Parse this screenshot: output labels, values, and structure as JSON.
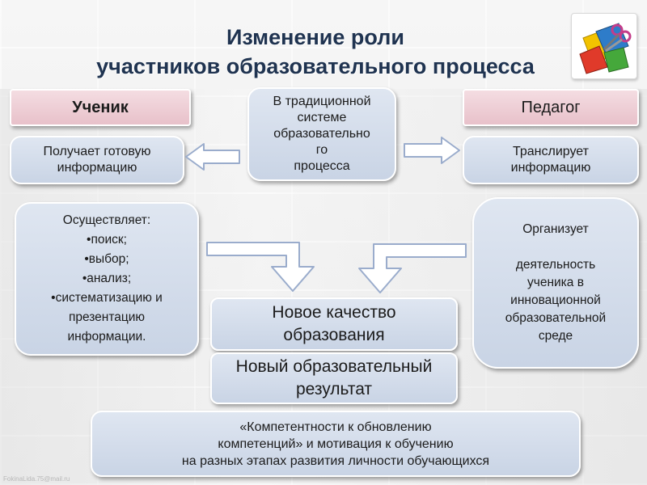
{
  "title": {
    "line1": "Изменение роли",
    "line2": "участников образовательного процесса"
  },
  "student": {
    "header": "Ученик",
    "receives": "Получает готовую\nинформацию",
    "does": "Осуществляет:\n•поиск;\n•выбор;\n•анализ;\n•систематизацию и\nпрезентацию\nинформации."
  },
  "traditional": "В традиционной\nсистеме\nобразовательно\nго\nпроцесса",
  "teacher": {
    "header": "Педагог",
    "transmits": "Транслирует\nинформацию",
    "organizes": "Организует\n\nдеятельность\nученика в\nинновационной\nобразовательной\nсреде"
  },
  "new_quality": "Новое качество\nобразования",
  "new_result": "Новый образовательный\nрезультат",
  "competence": "«Компетентности к обновлению\nкомпетенций» и мотивация к обучению\nна разных этапах развития личности обучающихся",
  "footer": "FokinaLida.75@mail.ru",
  "colors": {
    "box_fill": "#cfd9e8",
    "header_fill": "#ecccd3",
    "arrow_fill": "#ffffff",
    "arrow_stroke": "#9aaccc",
    "title": "#1f3350"
  },
  "icons": {
    "logo": "paper-scissors-logo-icon"
  }
}
